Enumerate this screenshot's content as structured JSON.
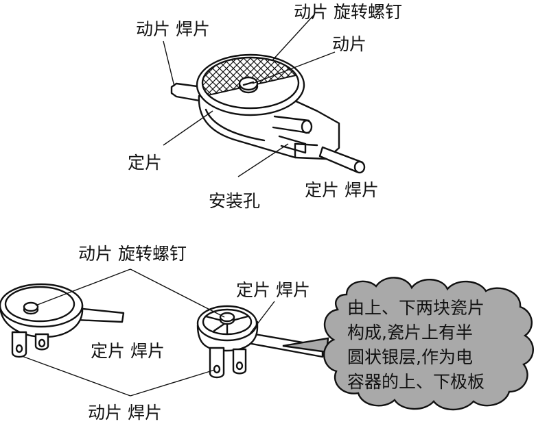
{
  "top_labels": {
    "moving_weld_tab": "动片 焊片",
    "rotor_screw": "动片 旋转螺钉",
    "rotor": "动片",
    "stator": "定片",
    "mounting_hole": "安装孔",
    "stator_weld_tab": "定片 焊片"
  },
  "bottom_labels": {
    "rotor_screw": "动片 旋转螺钉",
    "stator_weld_tab_right": "定片 焊片",
    "stator_weld_tab_left": "定片 焊片",
    "moving_weld_tab": "动片 焊片"
  },
  "cloud": {
    "lines": [
      "由上、下两块瓷片",
      "构成,瓷片上有半",
      "圆状银层,作为电",
      "容器的上、下极板"
    ],
    "fill_color": "#a9a9a9"
  }
}
